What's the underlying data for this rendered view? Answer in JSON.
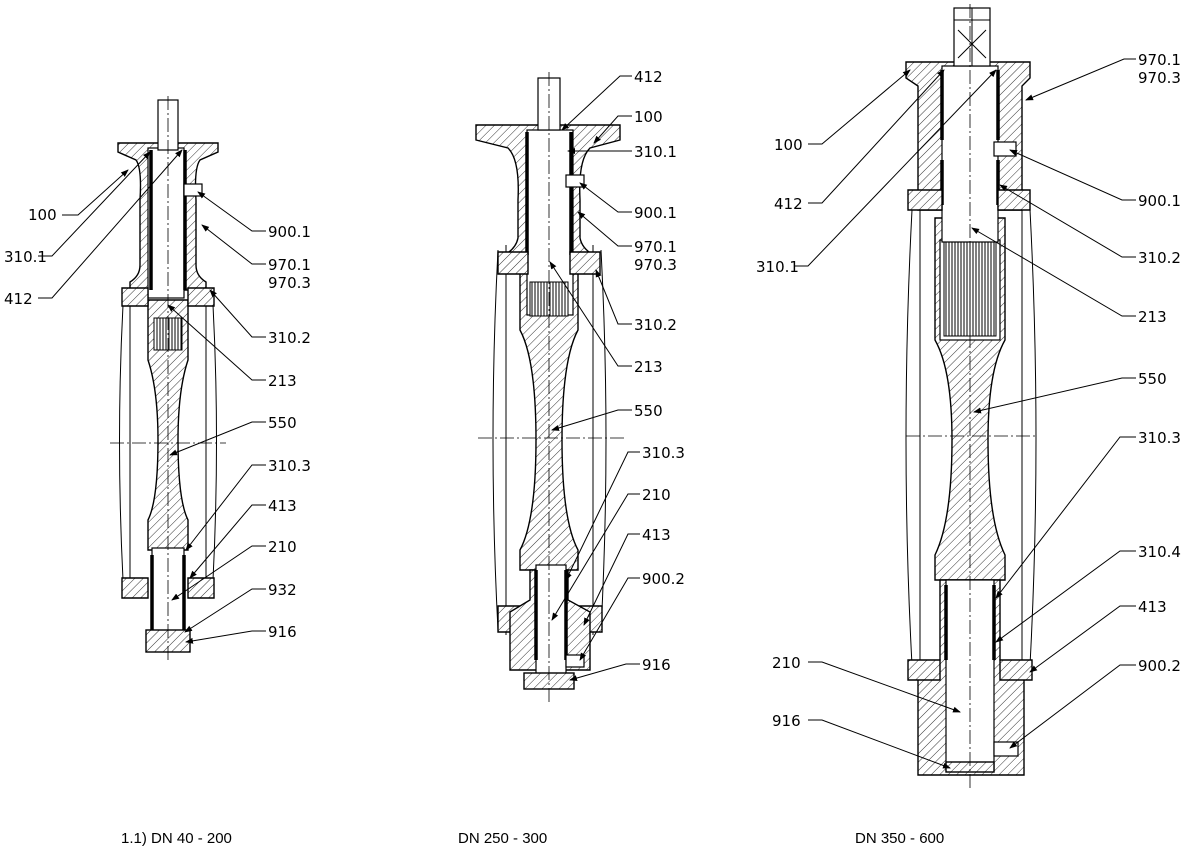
{
  "captions": {
    "v1": "1.1) DN 40 - 200",
    "v2": "DN 250 - 300",
    "v3": "DN 350 - 600"
  },
  "labels": {
    "v1": {
      "l100": "100",
      "l3101": "310.1",
      "l412": "412",
      "l9001": "900.1",
      "l9701": "970.1",
      "l9703": "970.3",
      "l3102": "310.2",
      "l213": "213",
      "l550": "550",
      "l3103": "310.3",
      "l413": "413",
      "l210": "210",
      "l932": "932",
      "l916": "916"
    },
    "v2": {
      "l412": "412",
      "l100": "100",
      "l3101": "310.1",
      "l9001": "900.1",
      "l9701": "970.1",
      "l9703": "970.3",
      "l3102": "310.2",
      "l213": "213",
      "l550": "550",
      "l3103": "310.3",
      "l210": "210",
      "l413": "413",
      "l9002": "900.2",
      "l916": "916"
    },
    "v3": {
      "l9701": "970.1",
      "l9703": "970.3",
      "l100": "100",
      "l412": "412",
      "l9001": "900.1",
      "l3101": "310.1",
      "l3102": "310.2",
      "l213": "213",
      "l550": "550",
      "l3103": "310.3",
      "l3104": "310.4",
      "l413": "413",
      "l210": "210",
      "l9002": "900.2",
      "l916": "916"
    }
  }
}
